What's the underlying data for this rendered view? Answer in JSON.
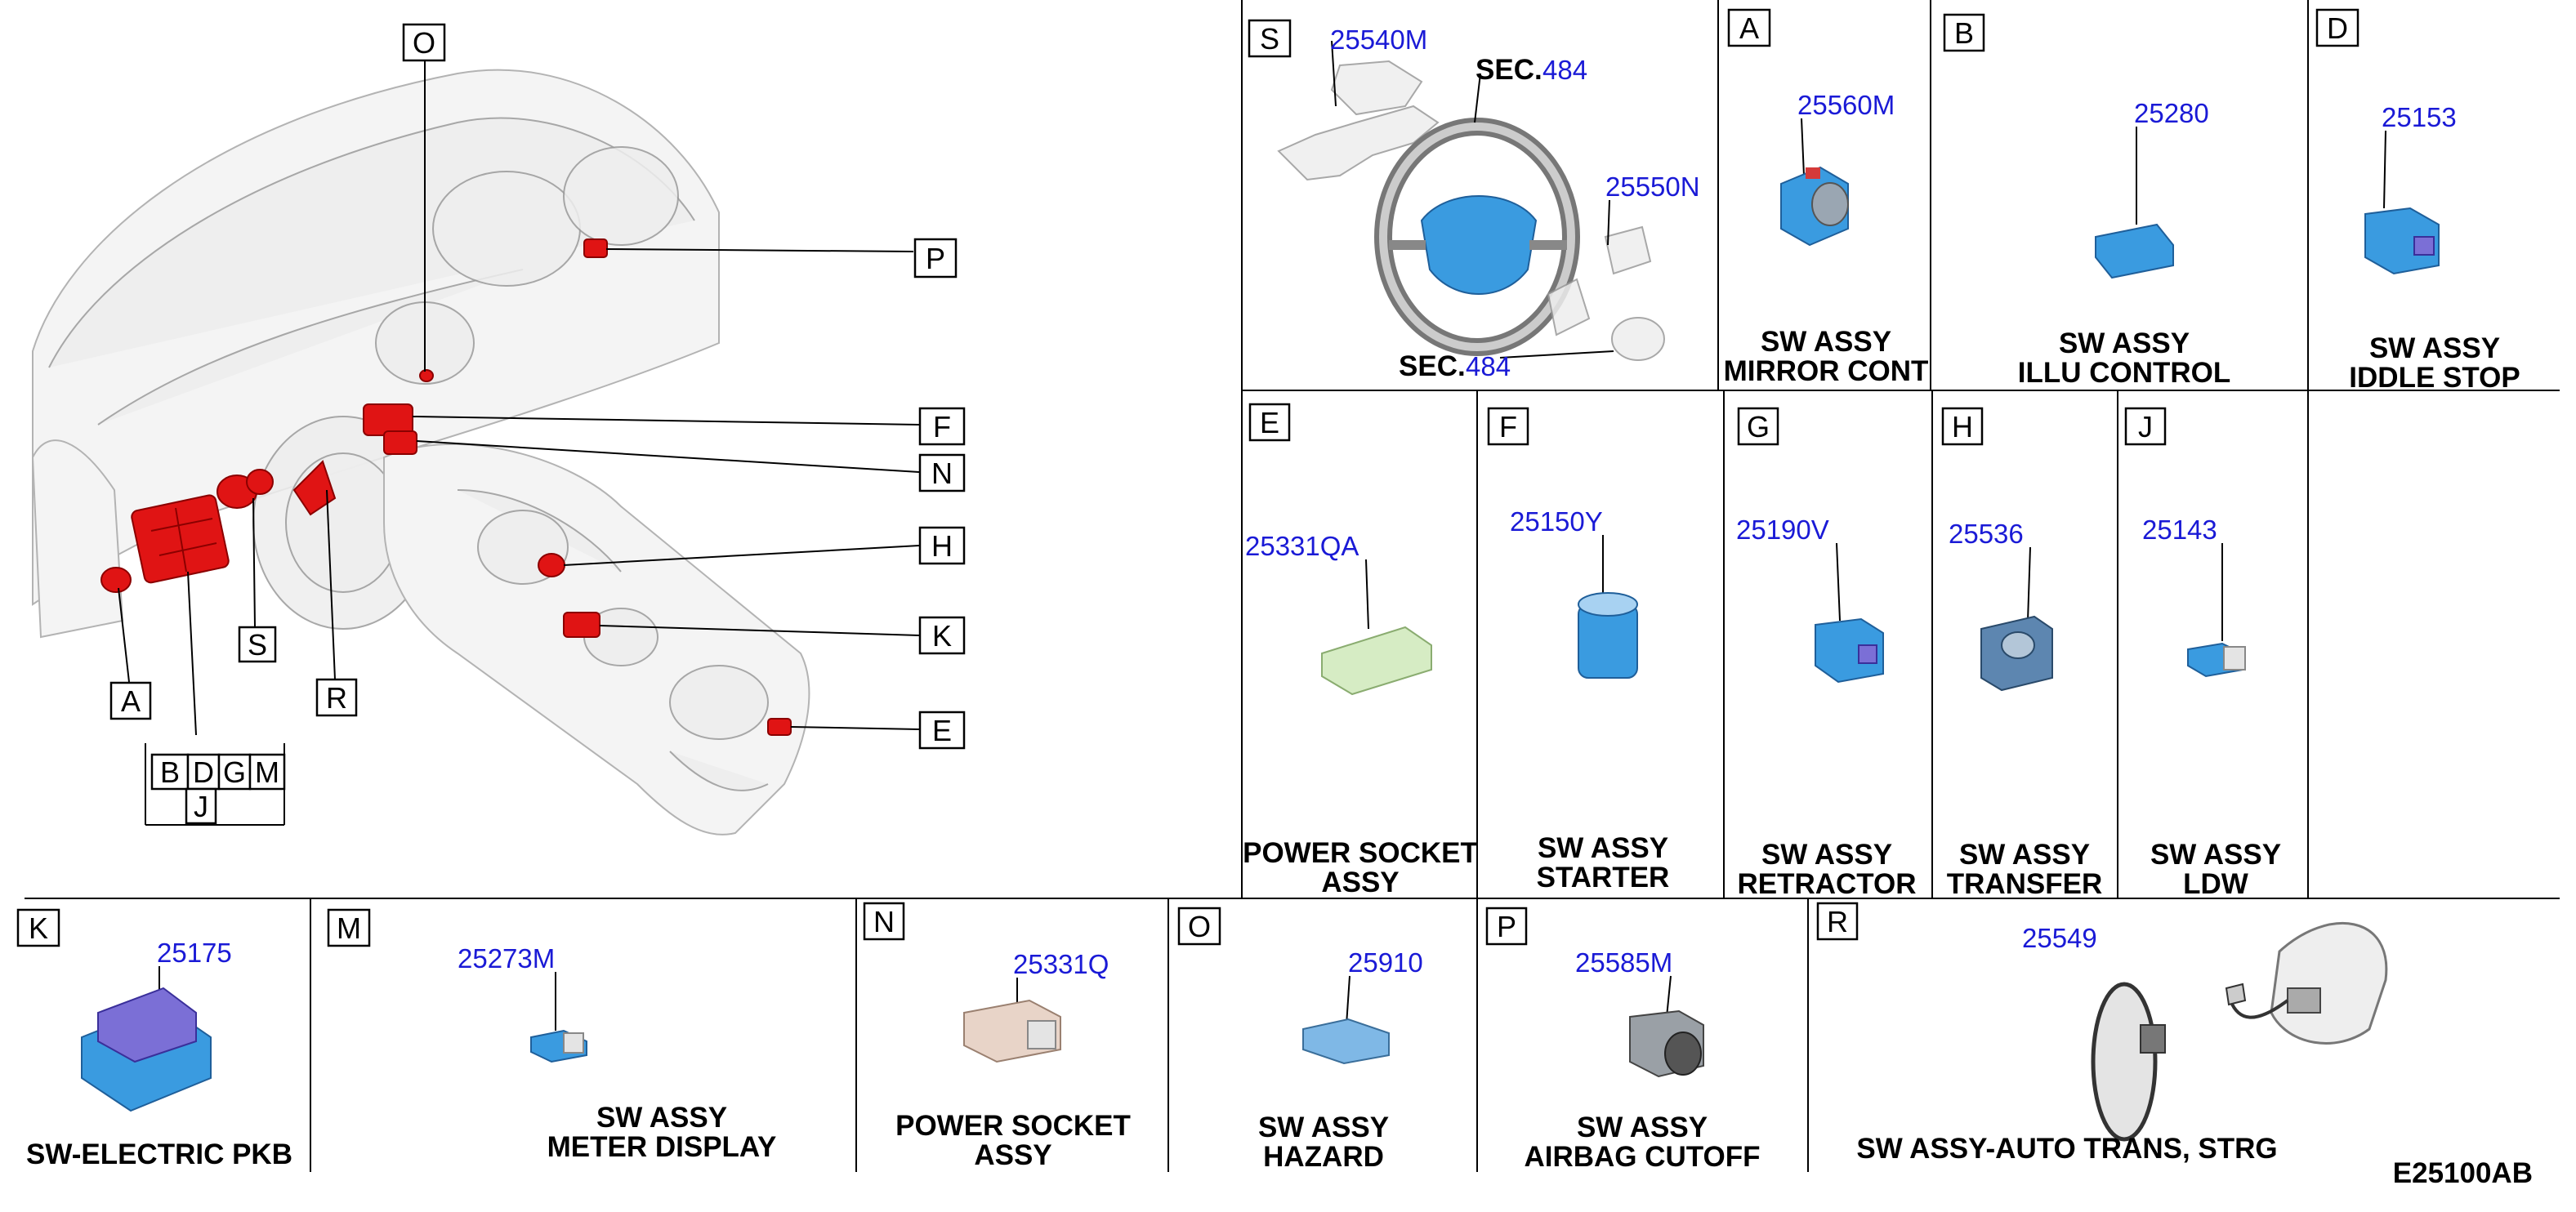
{
  "diagram_code": "E25100AB",
  "overview": {
    "callouts": {
      "O": "O",
      "P": "P",
      "F": "F",
      "N": "N",
      "H": "H",
      "K": "K",
      "E": "E",
      "S": "S",
      "R": "R",
      "A": "A",
      "B": "B",
      "D": "D",
      "G": "G",
      "M": "M",
      "J": "J"
    }
  },
  "panels": {
    "S": {
      "letter": "S",
      "part": "25540M",
      "part2": "25550N",
      "sec_label": "SEC.",
      "sec_num": "484",
      "sec2_label": "SEC.",
      "sec2_num": "484"
    },
    "A": {
      "letter": "A",
      "part": "25560M",
      "name1": "SW ASSY",
      "name2": "MIRROR CONT"
    },
    "B": {
      "letter": "B",
      "part": "25280",
      "name1": "SW ASSY",
      "name2": "ILLU CONTROL"
    },
    "D": {
      "letter": "D",
      "part": "25153",
      "name1": "SW ASSY",
      "name2": "IDDLE STOP"
    },
    "E": {
      "letter": "E",
      "part": "25331QA",
      "name1": "POWER SOCKET",
      "name2": "ASSY"
    },
    "F": {
      "letter": "F",
      "part": "25150Y",
      "name1": "SW ASSY",
      "name2": "STARTER"
    },
    "G": {
      "letter": "G",
      "part": "25190V",
      "name1": "SW ASSY",
      "name2": "RETRACTOR"
    },
    "H": {
      "letter": "H",
      "part": "25536",
      "name1": "SW ASSY",
      "name2": "TRANSFER"
    },
    "J": {
      "letter": "J",
      "part": "25143",
      "name1": "SW ASSY",
      "name2": "LDW"
    },
    "K": {
      "letter": "K",
      "part": "25175",
      "name1": "SW-ELECTRIC PKB"
    },
    "M": {
      "letter": "M",
      "part": "25273M",
      "name1": "SW ASSY",
      "name2": "METER DISPLAY"
    },
    "N": {
      "letter": "N",
      "part": "25331Q",
      "name1": "POWER SOCKET",
      "name2": "ASSY"
    },
    "O": {
      "letter": "O",
      "part": "25910",
      "name1": "SW ASSY",
      "name2": "HAZARD"
    },
    "P": {
      "letter": "P",
      "part": "25585M",
      "name1": "SW ASSY",
      "name2": "AIRBAG CUTOFF"
    },
    "R": {
      "letter": "R",
      "part": "25549",
      "name1": "SW ASSY-AUTO TRANS, STRG"
    }
  },
  "colors": {
    "part_number": "#1a1ad6",
    "highlight_red": "#e01414",
    "switch_blue": "#3a9be0"
  }
}
